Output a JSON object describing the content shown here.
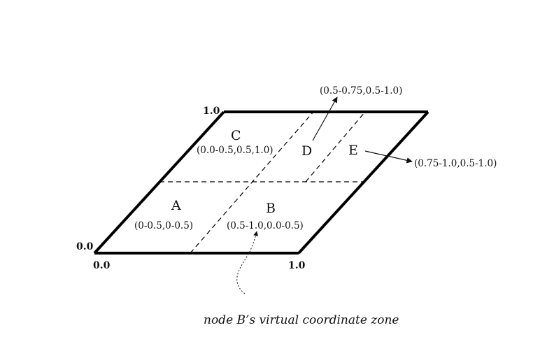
{
  "axis": {
    "origin_x": "0.0",
    "origin_y": "0.0",
    "x_end": "1.0",
    "y_end": "1.0"
  },
  "zones": {
    "a": {
      "name": "A",
      "range": "(0-0.5,0-0.5)"
    },
    "b": {
      "name": "B",
      "range": "(0.5-1.0,0.0-0.5)"
    },
    "c": {
      "name": "C",
      "range": "(0.0-0.5,0.5,1.0)"
    },
    "d": {
      "name": "D",
      "range": "(0.5-0.75,0.5-1.0)"
    },
    "e": {
      "name": "E",
      "range": "(0.75-1.0,0.5-1.0)"
    }
  },
  "caption": "node B’s virtual coordinate zone"
}
